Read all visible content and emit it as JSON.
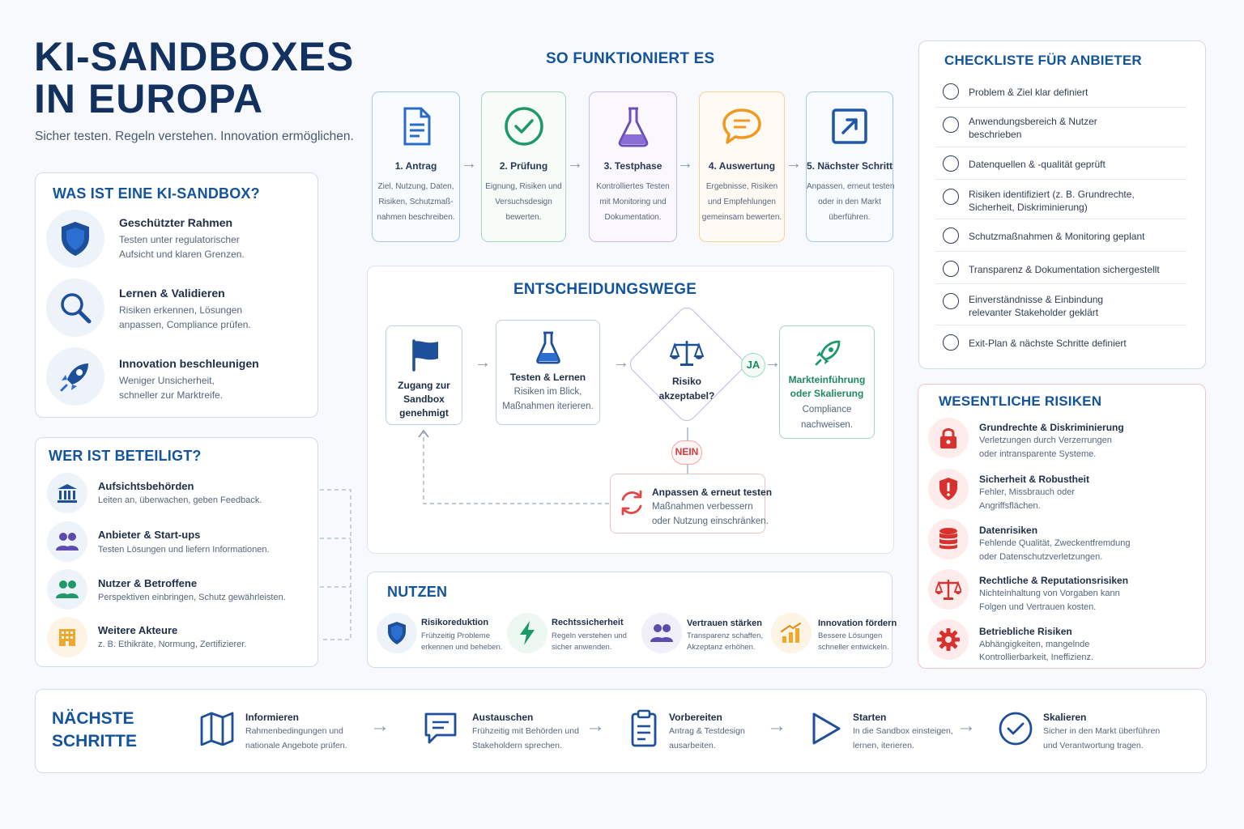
{
  "header": {
    "title_line1": "KI-SANDBOXES",
    "title_line2": "IN EUROPA",
    "subtitle": "Sicher testen. Regeln verstehen. Innovation ermöglichen."
  },
  "what": {
    "heading": "WAS IST EINE KI-SANDBOX?",
    "items": [
      {
        "title": "Geschützter Rahmen",
        "lines": [
          "Testen unter regulatorischer",
          "Aufsicht und klaren Grenzen."
        ],
        "icon": "shield-icon"
      },
      {
        "title": "Lernen & Validieren",
        "lines": [
          "Risiken erkennen, Lösungen",
          "anpassen, Compliance prüfen."
        ],
        "icon": "magnifier-icon"
      },
      {
        "title": "Innovation beschleunigen",
        "lines": [
          "Weniger Unsicherheit,",
          "schneller zur Marktreife."
        ],
        "icon": "rocket-icon"
      }
    ]
  },
  "who": {
    "heading": "WER IST BETEILIGT?",
    "items": [
      {
        "title": "Aufsichtsbehörden",
        "desc": "Leiten an, überwachen, geben Feedback.",
        "icon": "government-building-icon"
      },
      {
        "title": "Anbieter & Start-ups",
        "desc": "Testen Lösungen und liefern Informationen.",
        "icon": "people-purple-icon"
      },
      {
        "title": "Nutzer & Betroffene",
        "desc": "Perspektiven einbringen, Schutz gewährleisten.",
        "icon": "people-green-icon"
      },
      {
        "title": "Weitere Akteure",
        "desc": "z. B. Ethikräte, Normung, Zertifizierer.",
        "icon": "office-building-icon"
      }
    ]
  },
  "how": {
    "heading": "SO FUNKTIONIERT ES",
    "steps": [
      {
        "title": "1. Antrag",
        "lines": [
          "Ziel, Nutzung, Daten,",
          "Risiken, Schutzmaß-",
          "nahmen beschreiben."
        ],
        "icon": "document-icon",
        "color": "#2a6cc2"
      },
      {
        "title": "2. Prüfung",
        "lines": [
          "Eignung, Risiken und",
          "Versuchsdesign",
          "bewerten."
        ],
        "icon": "check-circle-icon",
        "color": "#1e9a6a"
      },
      {
        "title": "3. Testphase",
        "lines": [
          "Kontrolliertes Testen",
          "mit Monitoring und",
          "Dokumentation."
        ],
        "icon": "flask-icon",
        "color": "#6b50b8"
      },
      {
        "title": "4. Auswertung",
        "lines": [
          "Ergebnisse, Risiken",
          "und Empfehlungen",
          "gemeinsam bewerten."
        ],
        "icon": "chat-bubble-icon",
        "color": "#ee9a1e"
      },
      {
        "title": "5. Nächster Schritt",
        "lines": [
          "Anpassen, erneut testen",
          "oder in den Markt",
          "überführen."
        ],
        "icon": "arrow-out-icon",
        "color": "#1e57a8"
      }
    ]
  },
  "decision": {
    "heading": "ENTSCHEIDUNGSWEGE",
    "access": [
      "Zugang zur",
      "Sandbox",
      "genehmigt"
    ],
    "test_title": "Testen & Lernen",
    "test_lines": [
      "Risiken im Blick,",
      "Maßnahmen iterieren."
    ],
    "diamond": [
      "Risiko",
      "akzeptabel?"
    ],
    "yes": "JA",
    "no": "NEIN",
    "market_title": [
      "Markteinführung",
      "oder Skalierung"
    ],
    "market_lines": [
      "Compliance",
      "nachweisen."
    ],
    "adjust_title": "Anpassen & erneut testen",
    "adjust_lines": [
      "Maßnahmen verbessern",
      "oder Nutzung einschränken."
    ]
  },
  "benefits": {
    "heading": "NUTZEN",
    "items": [
      {
        "title": "Risikoreduktion",
        "lines": [
          "Frühzeitig Probleme",
          "erkennen und beheben."
        ],
        "icon": "shield-icon"
      },
      {
        "title": "Rechtssicherheit",
        "lines": [
          "Regeln verstehen und",
          "sicher anwenden."
        ],
        "icon": "lightning-icon"
      },
      {
        "title": "Vertrauen stärken",
        "lines": [
          "Transparenz schaffen,",
          "Akzeptanz erhöhen."
        ],
        "icon": "people-icon"
      },
      {
        "title": "Innovation fördern",
        "lines": [
          "Bessere Lösungen",
          "schneller entwickeln."
        ],
        "icon": "growth-chart-icon"
      }
    ]
  },
  "checklist": {
    "heading": "CHECKLISTE FÜR ANBIETER",
    "items": [
      {
        "lines": [
          "Problem & Ziel klar definiert"
        ]
      },
      {
        "lines": [
          "Anwendungsbereich & Nutzer",
          "beschrieben"
        ]
      },
      {
        "lines": [
          "Datenquellen & -qualität geprüft"
        ]
      },
      {
        "lines": [
          "Risiken identifiziert (z. B. Grundrechte,",
          "Sicherheit, Diskriminierung)"
        ]
      },
      {
        "lines": [
          "Schutzmaßnahmen & Monitoring geplant"
        ]
      },
      {
        "lines": [
          "Transparenz & Dokumentation sichergestellt"
        ]
      },
      {
        "lines": [
          "Einverständnisse & Einbindung",
          "relevanter Stakeholder geklärt"
        ]
      },
      {
        "lines": [
          "Exit-Plan & nächste Schritte definiert"
        ]
      }
    ]
  },
  "risks": {
    "heading": "WESENTLICHE RISIKEN",
    "items": [
      {
        "title": "Grundrechte & Diskriminierung",
        "lines": [
          "Verletzungen durch Verzerrungen",
          "oder intransparente Systeme."
        ],
        "icon": "lock-icon"
      },
      {
        "title": "Sicherheit & Robustheit",
        "lines": [
          "Fehler, Missbrauch oder",
          "Angriffsflächen."
        ],
        "icon": "alert-shield-icon"
      },
      {
        "title": "Datenrisiken",
        "lines": [
          "Fehlende Qualität, Zweckentfremdung",
          "oder Datenschutzverletzungen."
        ],
        "icon": "database-icon"
      },
      {
        "title": "Rechtliche & Reputationsrisiken",
        "lines": [
          "Nichteinhaltung von Vorgaben kann",
          "Folgen und Vertrauen kosten."
        ],
        "icon": "scales-icon"
      },
      {
        "title": "Betriebliche Risiken",
        "lines": [
          "Abhängigkeiten, mangelnde",
          "Kontrollierbarkeit, Ineffizienz."
        ],
        "icon": "gear-icon"
      }
    ]
  },
  "next": {
    "heading_line1": "NÄCHSTE",
    "heading_line2": "SCHRITTE",
    "items": [
      {
        "title": "Informieren",
        "lines": [
          "Rahmenbedingungen und",
          "nationale Angebote prüfen."
        ],
        "icon": "map-icon"
      },
      {
        "title": "Austauschen",
        "lines": [
          "Frühzeitig mit Behörden und",
          "Stakeholdern sprechen."
        ],
        "icon": "chat-icon"
      },
      {
        "title": "Vorbereiten",
        "lines": [
          "Antrag & Testdesign",
          "ausarbeiten."
        ],
        "icon": "clipboard-icon"
      },
      {
        "title": "Starten",
        "lines": [
          "In die Sandbox einsteigen,",
          "lernen, iterieren."
        ],
        "icon": "play-icon"
      },
      {
        "title": "Skalieren",
        "lines": [
          "Sicher in den Markt überführen",
          "und Verantwortung tragen."
        ],
        "icon": "check-circle-icon"
      }
    ]
  }
}
